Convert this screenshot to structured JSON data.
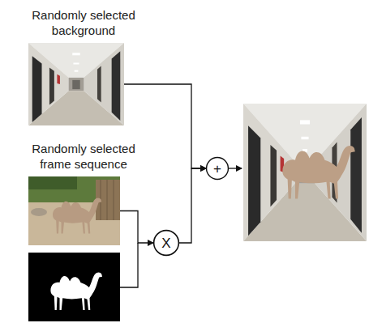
{
  "diagram": {
    "nodes": [
      {
        "text": [
          "Randomly selected background"
        ]
      },
      {
        "text": [
          "Randomly selected frame sequence"
        ]
      },
      {
        "text": [
          "X"
        ]
      },
      {
        "text": [
          "+"
        ]
      }
    ],
    "edges": [
      {
        "from": 0,
        "to": 3,
        "arrow": "to"
      },
      {
        "from": 1,
        "to": 2,
        "arrow": "to"
      },
      {
        "from": 2,
        "to": 3,
        "arrow": "to"
      }
    ]
  }
}
